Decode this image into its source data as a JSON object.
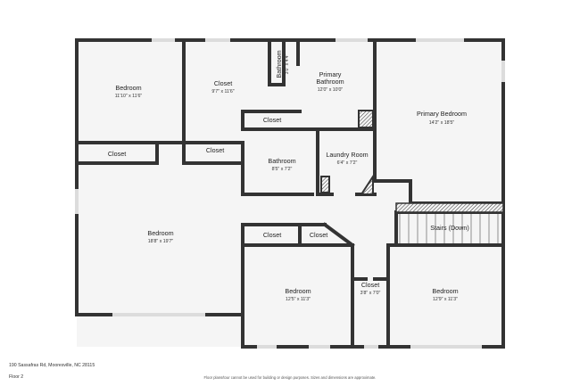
{
  "rooms": {
    "bedroom_nw": {
      "name": "Bedroom",
      "dims": "11'10\" x 11'6\""
    },
    "closet_top": {
      "name": "Closet",
      "dims": "9'7\" x 11'6\""
    },
    "bathroom_small": {
      "name": "Bathroom",
      "dims": "3'0\" x 4'4\""
    },
    "primary_bathroom": {
      "name_line1": "Primary",
      "name_line2": "Bathroom",
      "dims": "12'0\" x 10'0\""
    },
    "primary_bedroom": {
      "name": "Primary Bedroom",
      "dims": "14'2\" x 18'5\""
    },
    "closet_mid": {
      "name": "Closet"
    },
    "closet_left": {
      "name": "Closet"
    },
    "closet_center": {
      "name": "Closet"
    },
    "bathroom_center": {
      "name": "Bathroom",
      "dims": "8'5\" x 7'2\""
    },
    "laundry_room": {
      "name": "Laundry Room",
      "dims": "6'4\" x 7'2\""
    },
    "bedroom_w": {
      "name": "Bedroom",
      "dims": "18'8\" x 19'7\""
    },
    "closet_low1": {
      "name": "Closet"
    },
    "closet_low2": {
      "name": "Closet"
    },
    "stairs": {
      "name": "Stairs (Down)"
    },
    "bedroom_s": {
      "name": "Bedroom",
      "dims": "12'5\" x 11'3\""
    },
    "closet_small": {
      "name": "Closet",
      "dims": "3'8\" x 7'0\""
    },
    "bedroom_se": {
      "name": "Bedroom",
      "dims": "12'9\" x 11'3\""
    }
  },
  "footer": {
    "address": "190 Sassafras Rd, Mooresville, NC 28115",
    "floor": "Floor 2",
    "disclaimer": "Floor plans/tour cannot be used for building or design purposes. Sizes and dimensions are approximate."
  }
}
